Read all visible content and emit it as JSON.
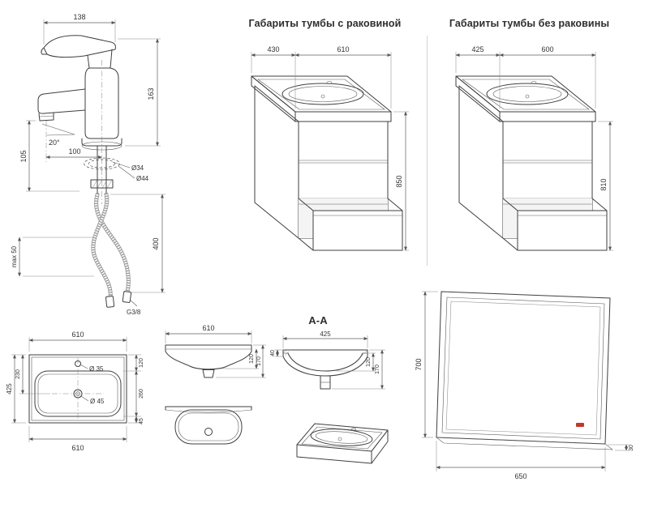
{
  "faucet": {
    "dim_width": "138",
    "dim_height": "163",
    "dim_angle": "20°",
    "dim_spout_reach": "100",
    "dim_body_height": "105",
    "dim_body_dia": "Ø34",
    "dim_base_dia": "Ø44",
    "dim_hose_length": "400",
    "dim_max_panel": "max 50",
    "dim_thread": "G3/8"
  },
  "cabinet_with_sink": {
    "title": "Габариты тумбы с раковиной",
    "depth": "430",
    "width": "610",
    "height": "850"
  },
  "cabinet_without_sink": {
    "title": "Габариты тумбы без раковины",
    "depth": "425",
    "width": "600",
    "height": "810"
  },
  "basin_top": {
    "dim_width_top": "610",
    "dim_depth": "425",
    "dim_drain_offset": "230",
    "dim_hole_dia": "Ø 35",
    "dim_drain_dia": "Ø 45",
    "dim_width_bottom": "610",
    "dim_back_ledge": "120",
    "dim_bowl": "260",
    "dim_front_ledge": "45"
  },
  "basin_front": {
    "dim_width": "610",
    "dim_bowl_depth": "120",
    "dim_height": "170"
  },
  "basin_section": {
    "label": "А-А",
    "dim_width": "425",
    "dim_rim": "40",
    "dim_bowl_depth": "120",
    "dim_height": "170"
  },
  "mirror": {
    "dim_height": "700",
    "dim_width": "650",
    "dim_depth": "30"
  },
  "colors": {
    "line": "#3f3f3f",
    "dimension": "#5f5f5f",
    "accent_red": "#c0392b",
    "background": "#ffffff"
  }
}
